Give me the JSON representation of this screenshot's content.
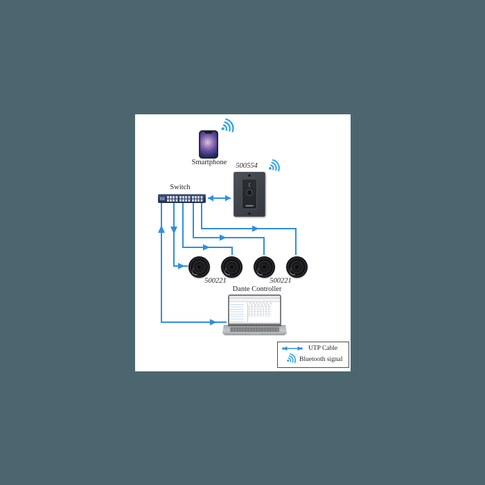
{
  "colors": {
    "background": "#4c666f",
    "page": "#ffffff",
    "cable_blue": "#2e8fdf",
    "signal_blue": "#2aa3e8",
    "switch_navy": "#2d3f68",
    "plate_gray": "#43474e",
    "speaker_black": "#1b1b1e",
    "text": "#262626",
    "legend_border": "#4b4b4b"
  },
  "nodes": {
    "smartphone": {
      "label": "Smartphone"
    },
    "wall_plate": {
      "model": "500554"
    },
    "switch": {
      "label": "Switch"
    },
    "speakers": {
      "count": 4,
      "left_label": "500221",
      "right_label": "500221"
    },
    "laptop": {
      "label": "Dante Controller"
    }
  },
  "legend": {
    "items": [
      {
        "symbol": "utp-cable-symbol",
        "label": "UTP Cable"
      },
      {
        "symbol": "bluetooth-signal-icon",
        "label": "Bluetooth signal"
      }
    ]
  }
}
